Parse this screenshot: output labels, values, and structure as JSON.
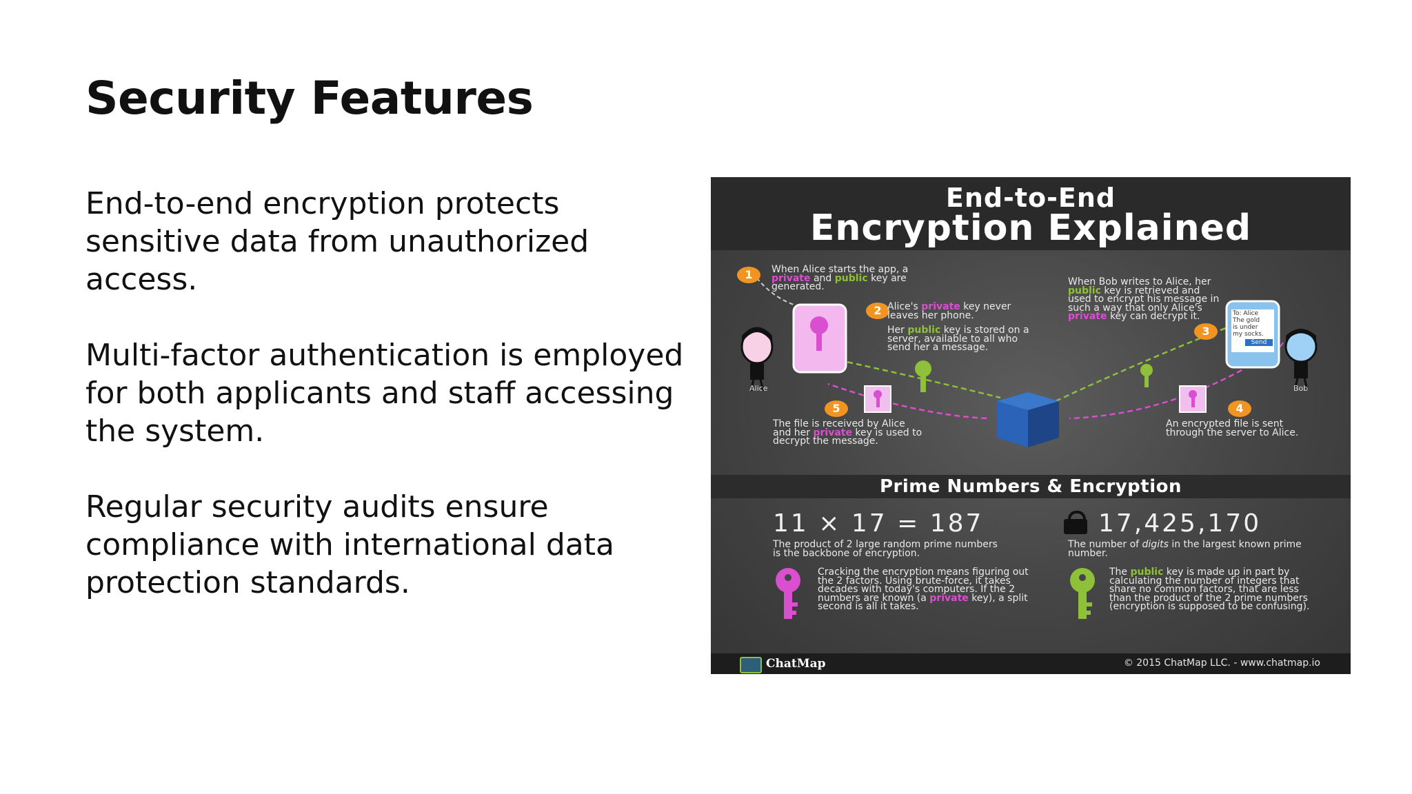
{
  "slide": {
    "title": "Security Features",
    "bullets": [
      "End-to-end encryption protects sensitive data from unauthorized access.",
      "Multi-factor authentication is employed for both applicants and staff accessing the system.",
      "Regular security audits ensure compliance with international data protection standards."
    ]
  },
  "infographic": {
    "title_line1": "End-to-End",
    "title_line2": "Encryption Explained",
    "steps": {
      "s1": {
        "num": "1",
        "pre": "When Alice starts the app, a ",
        "k1": "private",
        "mid": " and ",
        "k2": "public",
        "post": " key are generated."
      },
      "s2a": {
        "num": "2",
        "pre": "Alice's ",
        "k1": "private",
        "post": " key never leaves her phone."
      },
      "s2b": {
        "pre": "Her ",
        "k1": "public",
        "post": " key is stored on a server, available to all who send her a message."
      },
      "s3": {
        "num": "3",
        "pre": "When Bob writes to Alice, her ",
        "k1": "public",
        "mid": " key is retrieved and used to encrypt his message in such a way that only Alice's ",
        "k2": "private",
        "post": " key can decrypt it."
      },
      "s4": {
        "num": "4",
        "text": "An encrypted file is sent through the server to Alice."
      },
      "s5": {
        "num": "5",
        "pre": "The file is received by Alice and her ",
        "k1": "private",
        "post": " key is used to decrypt the message."
      }
    },
    "alice_label": "Alice",
    "bob_label": "Bob",
    "bob_message": [
      "To: Alice",
      "The gold",
      "is under",
      "my socks."
    ],
    "bob_send": "Send",
    "section_title": "Prime Numbers & Encryption",
    "equation": "11 × 17 = 187",
    "digits": "17,425,170",
    "product_text": "The product of 2 large random prime numbers is the backbone of encryption.",
    "digits_pre": "The number of ",
    "digits_em": "digits",
    "digits_post": " in the largest known prime number.",
    "crack": {
      "pre": "Cracking the encryption means figuring out the 2 factors. Using brute-force, it takes decades with today's computers. If the 2 numbers are known (a ",
      "k1": "private",
      "post": " key), a split second is all it takes."
    },
    "public_made": {
      "pre": "The ",
      "k1": "public",
      "post": " key is made up in part by calculating the number of integers that share no common factors, that are less than the product of the 2 prime numbers (encryption is supposed to be confusing)."
    },
    "brand": "ChatMap",
    "copyright": "© 2015 ChatMap LLC.  -  www.chatmap.io",
    "colors": {
      "private_key": "#d94fd0",
      "public_key": "#8fc03a",
      "step_badge": "#f29422",
      "vault": "#2a63b8"
    }
  }
}
